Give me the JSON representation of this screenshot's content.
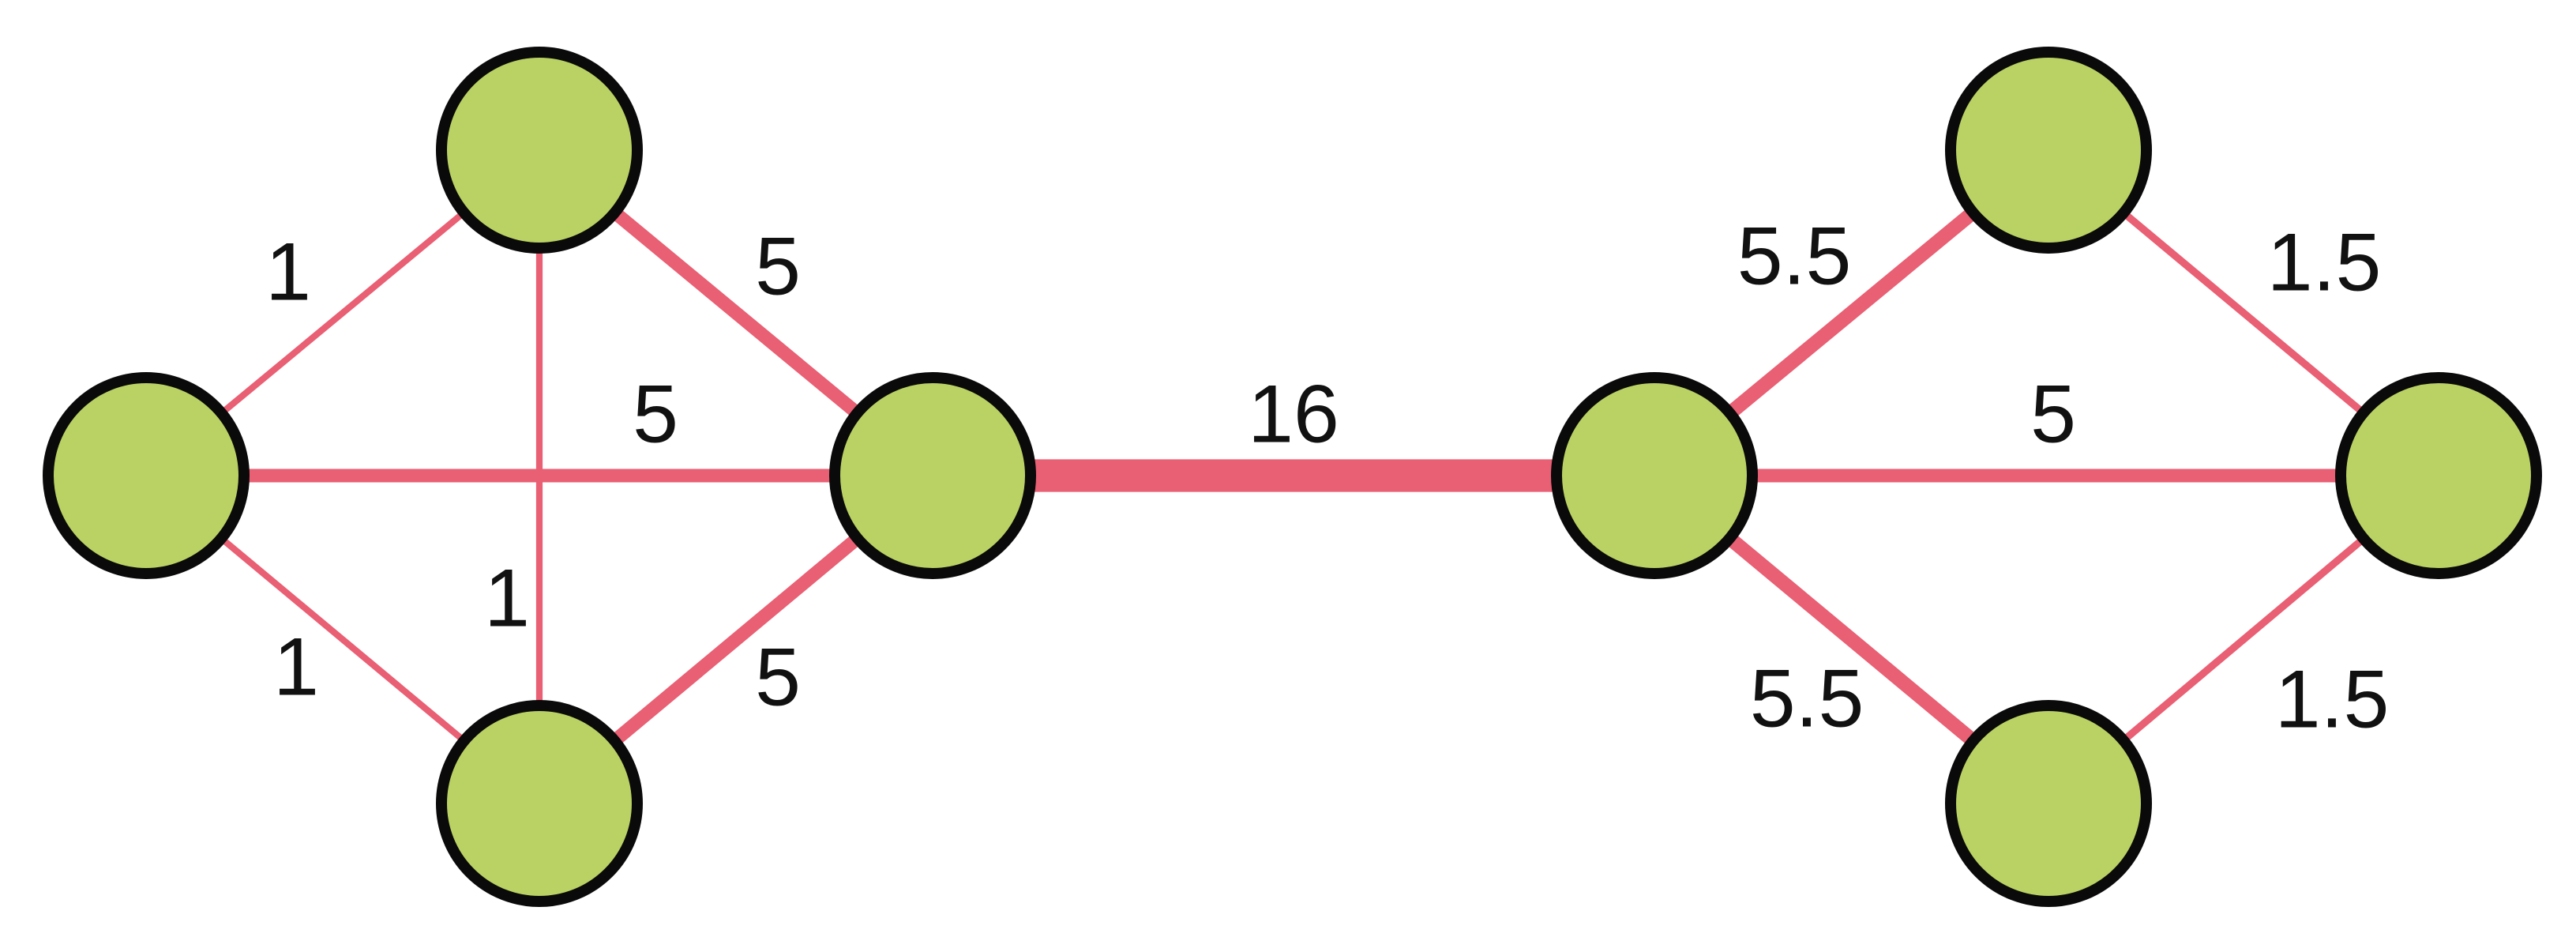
{
  "colors": {
    "node_fill": "#b9d263",
    "node_stroke": "#0a0a0a",
    "edge": "#e95f73",
    "label": "#111111"
  },
  "nodes": [
    {
      "id": "L_left"
    },
    {
      "id": "L_top"
    },
    {
      "id": "L_bottom"
    },
    {
      "id": "L_right"
    },
    {
      "id": "R_left"
    },
    {
      "id": "R_top"
    },
    {
      "id": "R_bottom"
    },
    {
      "id": "R_right"
    }
  ],
  "edges": [
    {
      "from": "L_left",
      "to": "L_top",
      "weight": 1,
      "label": "1"
    },
    {
      "from": "L_left",
      "to": "L_bottom",
      "weight": 1,
      "label": "1"
    },
    {
      "from": "L_top",
      "to": "L_bottom",
      "weight": 1,
      "label": "1"
    },
    {
      "from": "L_left",
      "to": "L_right",
      "weight": 5,
      "label": "5"
    },
    {
      "from": "L_top",
      "to": "L_right",
      "weight": 5,
      "label": "5"
    },
    {
      "from": "L_bottom",
      "to": "L_right",
      "weight": 5,
      "label": "5"
    },
    {
      "from": "L_right",
      "to": "R_left",
      "weight": 16,
      "label": "16"
    },
    {
      "from": "R_left",
      "to": "R_top",
      "weight": 5.5,
      "label": "5.5"
    },
    {
      "from": "R_left",
      "to": "R_bottom",
      "weight": 5.5,
      "label": "5.5"
    },
    {
      "from": "R_left",
      "to": "R_right",
      "weight": 5,
      "label": "5"
    },
    {
      "from": "R_top",
      "to": "R_right",
      "weight": 1.5,
      "label": "1.5"
    },
    {
      "from": "R_bottom",
      "to": "R_right",
      "weight": 1.5,
      "label": "1.5"
    }
  ]
}
